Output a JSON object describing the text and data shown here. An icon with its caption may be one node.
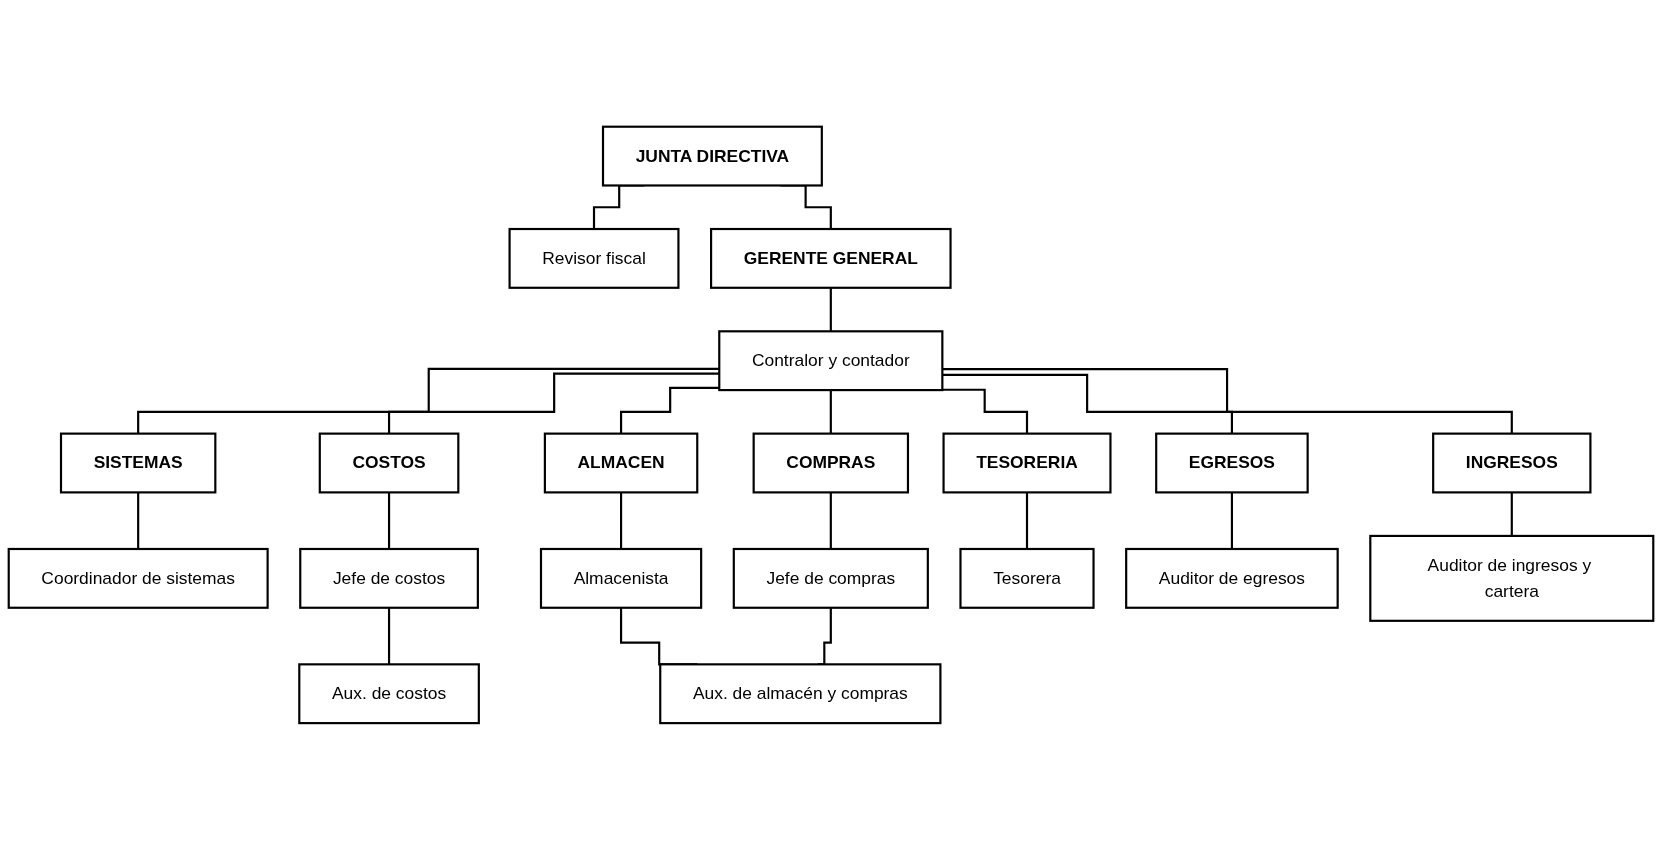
{
  "diagram": {
    "nodes": [
      {
        "text": [
          "JUNTA DIRECTIVA"
        ]
      },
      {
        "text": [
          "Revisor fiscal"
        ]
      },
      {
        "text": [
          "GERENTE GENERAL"
        ]
      },
      {
        "text": [
          "Contralor y contador"
        ]
      },
      {
        "text": [
          "SISTEMAS"
        ]
      },
      {
        "text": [
          "COSTOS"
        ]
      },
      {
        "text": [
          "ALMACEN"
        ]
      },
      {
        "text": [
          "COMPRAS"
        ]
      },
      {
        "text": [
          "TESORERIA"
        ]
      },
      {
        "text": [
          "EGRESOS"
        ]
      },
      {
        "text": [
          "INGRESOS"
        ]
      },
      {
        "text": [
          "Coordinador de sistemas"
        ]
      },
      {
        "text": [
          "Jefe de costos"
        ]
      },
      {
        "text": [
          "Almacenista"
        ]
      },
      {
        "text": [
          "Jefe de compras"
        ]
      },
      {
        "text": [
          "Tesorera"
        ]
      },
      {
        "text": [
          "Auditor de egresos"
        ]
      },
      {
        "text": [
          "Auditor de ingresos y cartera"
        ]
      },
      {
        "text": [
          "Aux. de costos"
        ]
      },
      {
        "text": [
          "Aux. de almacén y compras"
        ]
      }
    ],
    "edges": [
      {
        "from": 0,
        "to": 1,
        "arrow": "none"
      },
      {
        "from": 0,
        "to": 2,
        "arrow": "none"
      },
      {
        "from": 2,
        "to": 3,
        "arrow": "none"
      },
      {
        "from": 3,
        "to": 4,
        "arrow": "none"
      },
      {
        "from": 3,
        "to": 5,
        "arrow": "none"
      },
      {
        "from": 3,
        "to": 6,
        "arrow": "none"
      },
      {
        "from": 3,
        "to": 7,
        "arrow": "none"
      },
      {
        "from": 3,
        "to": 8,
        "arrow": "none"
      },
      {
        "from": 3,
        "to": 9,
        "arrow": "none"
      },
      {
        "from": 3,
        "to": 10,
        "arrow": "none"
      },
      {
        "from": 4,
        "to": 11,
        "arrow": "none"
      },
      {
        "from": 5,
        "to": 12,
        "arrow": "none"
      },
      {
        "from": 6,
        "to": 13,
        "arrow": "none"
      },
      {
        "from": 7,
        "to": 14,
        "arrow": "none"
      },
      {
        "from": 8,
        "to": 15,
        "arrow": "none"
      },
      {
        "from": 9,
        "to": 16,
        "arrow": "none"
      },
      {
        "from": 10,
        "to": 17,
        "arrow": "none"
      },
      {
        "from": 12,
        "to": 18,
        "arrow": "none"
      },
      {
        "from": 13,
        "to": 19,
        "arrow": "none"
      },
      {
        "from": 14,
        "to": 19,
        "arrow": "none"
      }
    ]
  }
}
